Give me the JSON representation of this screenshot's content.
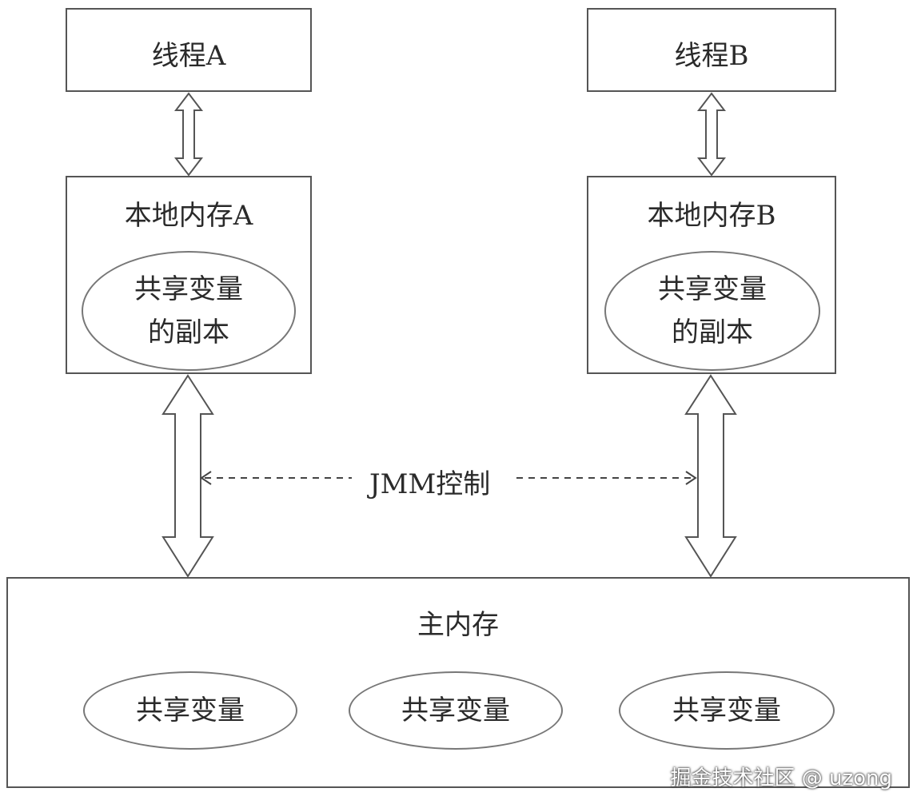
{
  "thread_a": {
    "label": "线程A"
  },
  "thread_b": {
    "label": "线程B"
  },
  "local_a": {
    "label": "本地内存A",
    "copy_line1": "共享变量",
    "copy_line2": "的副本"
  },
  "local_b": {
    "label": "本地内存B",
    "copy_line1": "共享变量",
    "copy_line2": "的副本"
  },
  "jmm": {
    "label": "JMM控制"
  },
  "main_memory": {
    "label": "主内存",
    "variables": [
      "共享变量",
      "共享变量",
      "共享变量"
    ]
  },
  "watermark": "掘金技术社区 @ uzong"
}
